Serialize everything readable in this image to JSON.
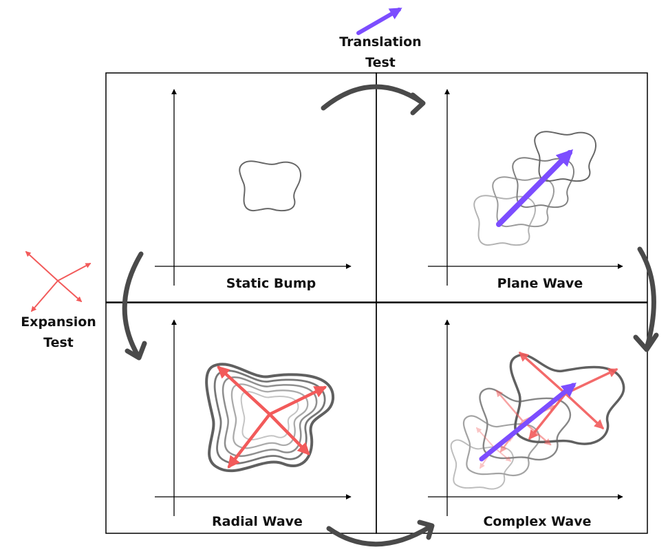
{
  "labels": {
    "translation_l1": "Translation",
    "translation_l2": "Test",
    "expansion_l1": "Expansion",
    "expansion_l2": "Test"
  },
  "panels": [
    {
      "label": "Static Bump"
    },
    {
      "label": "Plane Wave"
    },
    {
      "label": "Radial Wave"
    },
    {
      "label": "Complex Wave"
    }
  ],
  "colors": {
    "translation": "#7c4dff",
    "expansion": "#f25a5a",
    "contour": "#666666",
    "axis": "#000000",
    "cycle_arrow": "#4a4a4a"
  }
}
